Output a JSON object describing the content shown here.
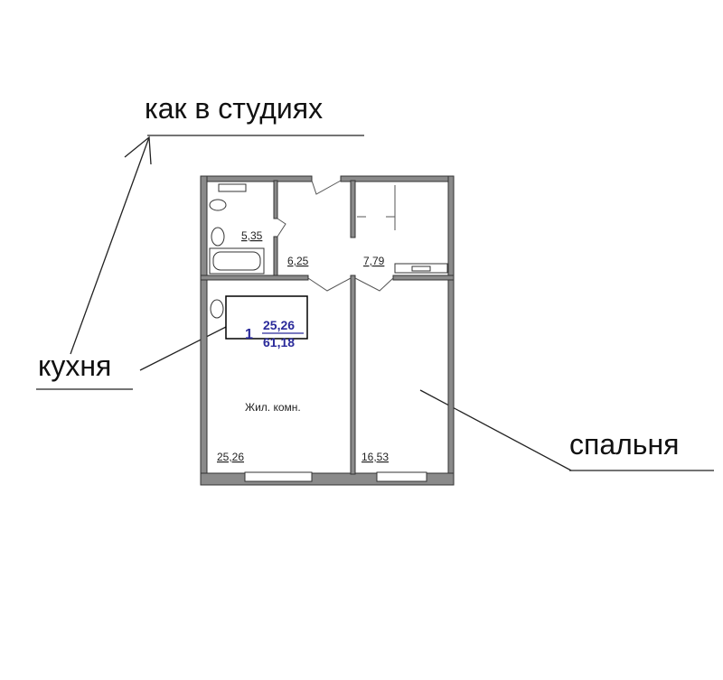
{
  "annotations": {
    "studio_note": "как в студиях",
    "kitchen": "кухня",
    "bedroom": "спальня"
  },
  "plan": {
    "room_areas": {
      "bathroom": "5,35",
      "hall": "6,25",
      "corridor": "7,79",
      "living": "25,26",
      "bedroom": "16,53"
    },
    "living_room_label": "Жил. комн.",
    "apartment_rooms": "1",
    "living_area": "25,26",
    "total_area": "61,18",
    "accent_color": "#2a2a9a"
  }
}
